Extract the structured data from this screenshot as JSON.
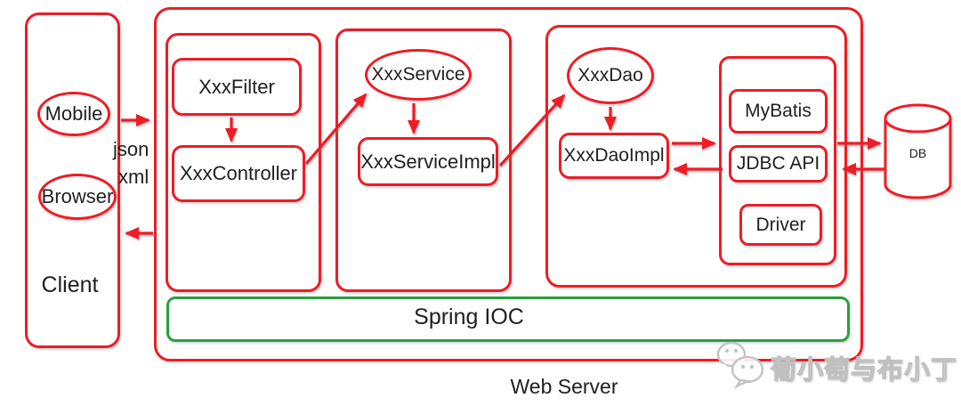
{
  "colors": {
    "red": "#ee1c25",
    "green": "#2b9e3f",
    "ink": "#1f1f1f",
    "watermark": "#cdcdcd"
  },
  "client": {
    "label": "Client",
    "nodes": [
      {
        "label": "Mobile"
      },
      {
        "label": "Browser"
      }
    ]
  },
  "transport": {
    "top": "json",
    "bottom": "xml"
  },
  "web_server": {
    "label": "Web Server",
    "controller_layer": {
      "filter": "XxxFilter",
      "controller": "XxxController"
    },
    "service_layer": {
      "service": "XxxService",
      "service_impl": "XxxServiceImpl"
    },
    "dao_layer": {
      "dao": "XxxDao",
      "dao_impl": "XxxDaoImpl",
      "orm_stack": {
        "mybatis": "MyBatis",
        "jdbc_api": "JDBC API",
        "driver": "Driver"
      }
    },
    "spring_ioc": "Spring IOC"
  },
  "database": {
    "label": "DB"
  },
  "watermark": {
    "text": "葡小萄与布小丁",
    "icon": "wechat-icon"
  }
}
